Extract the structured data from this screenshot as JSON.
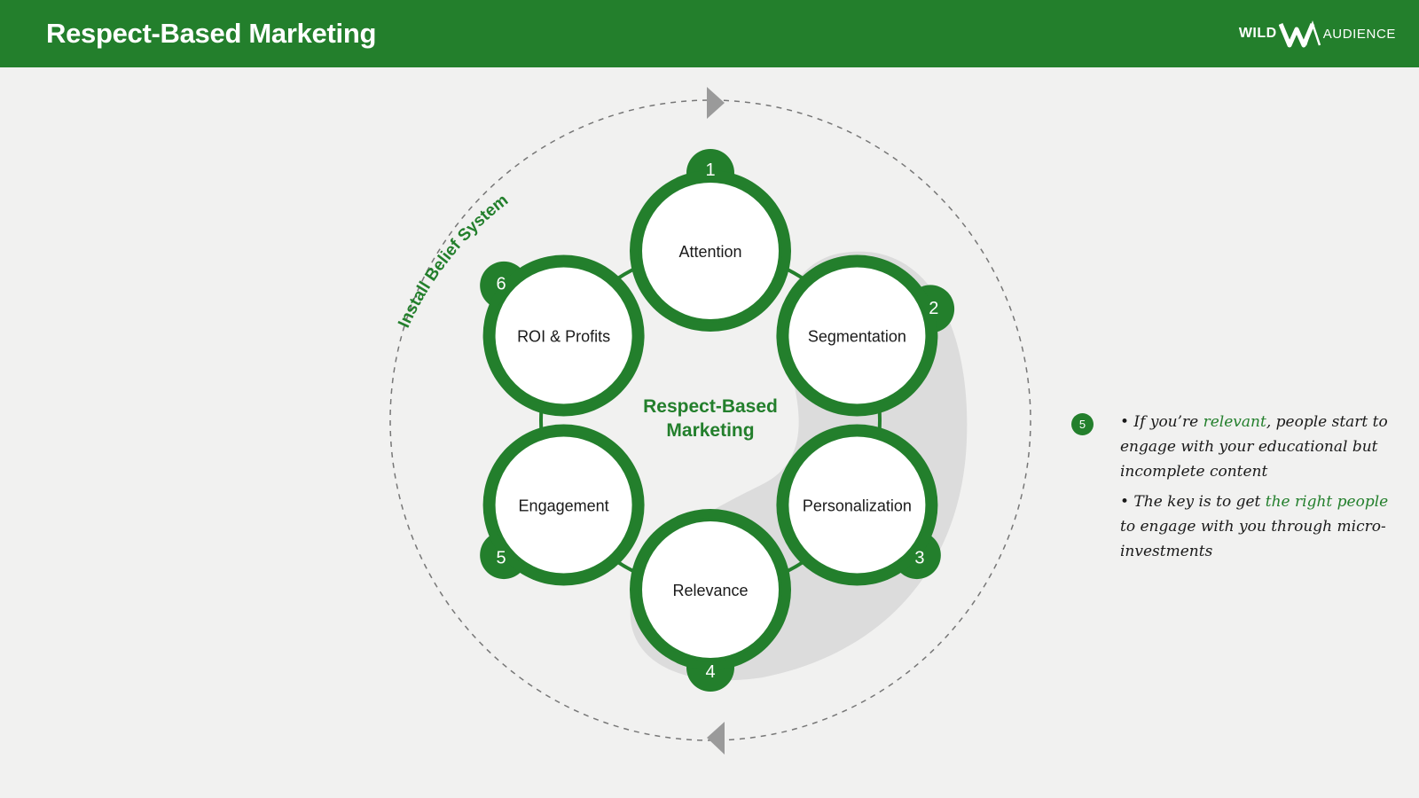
{
  "header": {
    "title": "Respect-Based Marketing",
    "logo": {
      "left": "WILD",
      "right": "AUDIENCE"
    }
  },
  "diagram": {
    "center_label_line1": "Respect-Based",
    "center_label_line2": "Marketing",
    "arc_label": "Install Belief System",
    "steps": [
      {
        "number": "1",
        "label": "Attention"
      },
      {
        "number": "2",
        "label": "Segmentation"
      },
      {
        "number": "3",
        "label": "Personalization"
      },
      {
        "number": "4",
        "label": "Relevance"
      },
      {
        "number": "5",
        "label": "Engagement"
      },
      {
        "number": "6",
        "label": "ROI & Profits"
      }
    ]
  },
  "note": {
    "step_number": "5",
    "bullet1": {
      "pre": "• If you’re ",
      "highlight": "relevant",
      "post": ", people start to engage with your educational but incomplete content"
    },
    "bullet2": {
      "pre": "• The key is to get ",
      "highlight": "the right people",
      "post": " to engage with you through micro-investments"
    }
  },
  "colors": {
    "brand_green": "#237f2c",
    "background": "#f1f1f0",
    "shadow_gray": "#dcdcdc",
    "dashed_arc": "#777777"
  }
}
